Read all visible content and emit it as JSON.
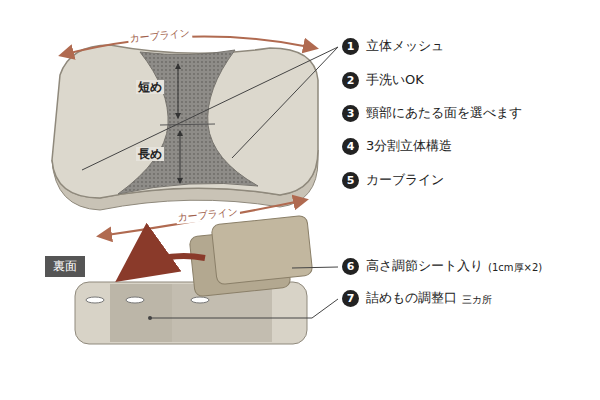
{
  "diagram": {
    "nodes": [
      {
        "text": [
          "裏面"
        ]
      }
    ],
    "labels": [
      "カーブライン",
      "短め",
      "長め",
      "カーブライン",
      "1",
      "立体メッシュ",
      "2",
      "手洗いOK",
      "3",
      "頸部にあたる面を選べます",
      "4",
      "3分割立体構造",
      "5",
      "カーブライン",
      "6",
      "高さ調節シート入り",
      "(1cm厚×2)",
      "7",
      "詰めもの調整口",
      "三カ所"
    ]
  }
}
